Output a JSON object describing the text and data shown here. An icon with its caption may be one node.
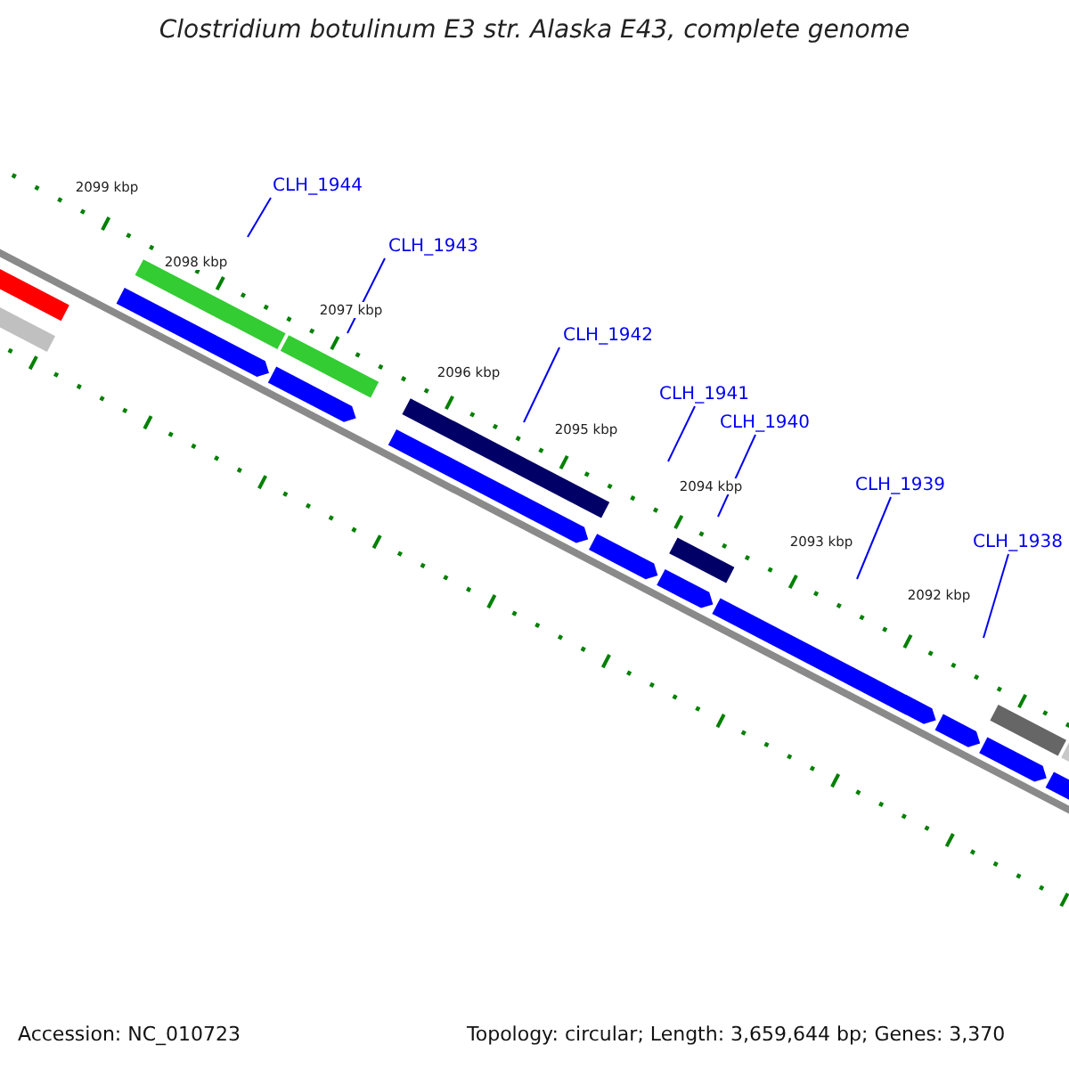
{
  "diagram": {
    "title": "Clostridium botulinum E3 str. Alaska E43, complete genome",
    "nodes": [
      {
        "text": [
          "CLH_1944"
        ]
      },
      {
        "text": [
          "CLH_1943"
        ]
      },
      {
        "text": [
          "CLH_1942"
        ]
      },
      {
        "text": [
          "CLH_1941"
        ]
      },
      {
        "text": [
          "CLH_1940"
        ]
      },
      {
        "text": [
          "CLH_1939"
        ]
      },
      {
        "text": [
          "CLH_1938"
        ]
      }
    ],
    "edges": [
      {
        "from": 0,
        "to": null,
        "arrow": "none"
      },
      {
        "from": 1,
        "to": null,
        "arrow": "none"
      },
      {
        "from": 2,
        "to": null,
        "arrow": "none"
      },
      {
        "from": 3,
        "to": null,
        "arrow": "none"
      },
      {
        "from": 4,
        "to": null,
        "arrow": "none"
      },
      {
        "from": 5,
        "to": null,
        "arrow": "none"
      },
      {
        "from": 6,
        "to": null,
        "arrow": "none"
      }
    ],
    "labels": [
      "2099 kbp",
      "2098 kbp",
      "2097 kbp",
      "2096 kbp",
      "2095 kbp",
      "2094 kbp",
      "2093 kbp",
      "2092 kbp",
      "Accession: NC_010723",
      "Topology: circular; Length: 3,659,644 bp; Genes: 3,370"
    ]
  }
}
